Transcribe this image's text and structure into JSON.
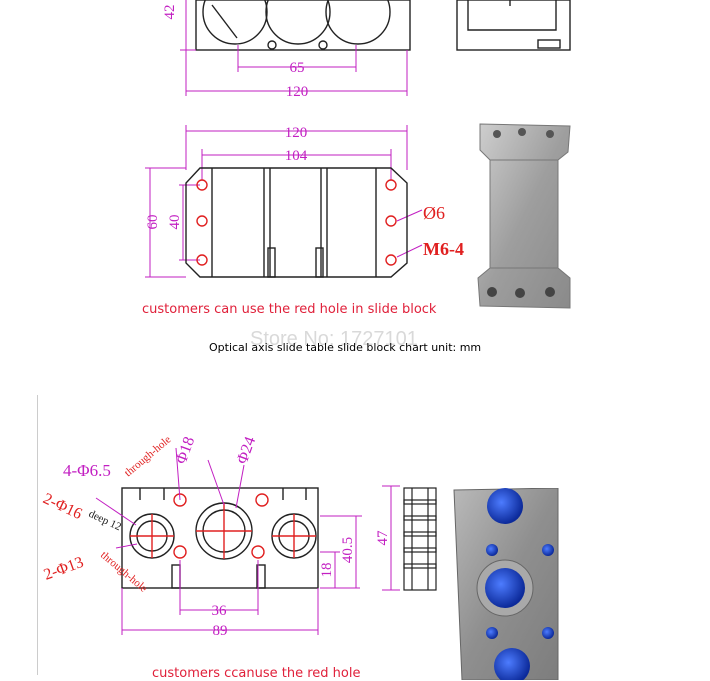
{
  "colors": {
    "dimension": "#c21fc2",
    "hole": "#e02020",
    "line": "#222222",
    "note": "#e0203a"
  },
  "top_view": {
    "dim_height": "42",
    "dim_hole_spacing": "65",
    "dim_width": "120"
  },
  "slide_block": {
    "dim_total_width": "120",
    "dim_hole_span": "104",
    "dim_height": "60",
    "dim_hole_spacing": "40",
    "label_hole_dia": "Ø6",
    "label_thread": "M6-4",
    "caption": "customers can use the red hole in slide block"
  },
  "chart_caption": "Optical axis slide table slide block chart unit: mm",
  "watermark": "Store No: 1727101",
  "support_block": {
    "label_mount_holes": "4-Φ6.5",
    "label_through_1": "through-hole",
    "label_center_bore": "Φ18",
    "label_center_counterbore": "Φ24",
    "label_counterbore": "2-Φ16",
    "label_deep": "deep 12",
    "label_bore": "2-Φ13",
    "label_through_2": "through-hole",
    "dim_hole_spacing": "36",
    "dim_width": "89",
    "dim_hole_height": "18",
    "dim_axis_height": "40.5",
    "dim_total_height": "47",
    "caption": "customers ccanuse the red hole"
  }
}
